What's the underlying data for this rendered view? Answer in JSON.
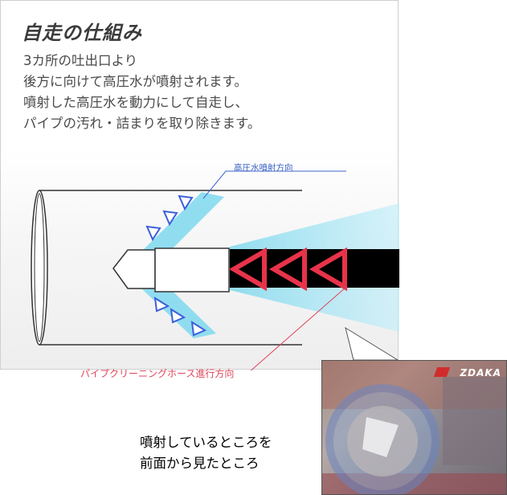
{
  "title": "自走の仕組み",
  "description": [
    "3カ所の吐出口より",
    "後方に向けて高圧水が噴射されます。",
    "噴射した高圧水を動力にして自走し、",
    "パイプの汚れ・詰まりを取り除きます。"
  ],
  "labels": {
    "jet_direction": "高圧水噴射方向",
    "hose_direction": "パイプクリーニングホース進行方向"
  },
  "photo": {
    "caption": [
      "噴射しているところを",
      "前面から見たところ"
    ],
    "brand": "ZDAKA"
  },
  "colors": {
    "jet_blue": "#3b5fd9",
    "water_cyan": "#7fd8ee",
    "hose_red": "#e8334a",
    "hose_black": "#000000",
    "outline": "#333333"
  },
  "icons": {
    "jet_arrow": "triangle-outline",
    "hose_arrow": "triangle-outline-red"
  }
}
